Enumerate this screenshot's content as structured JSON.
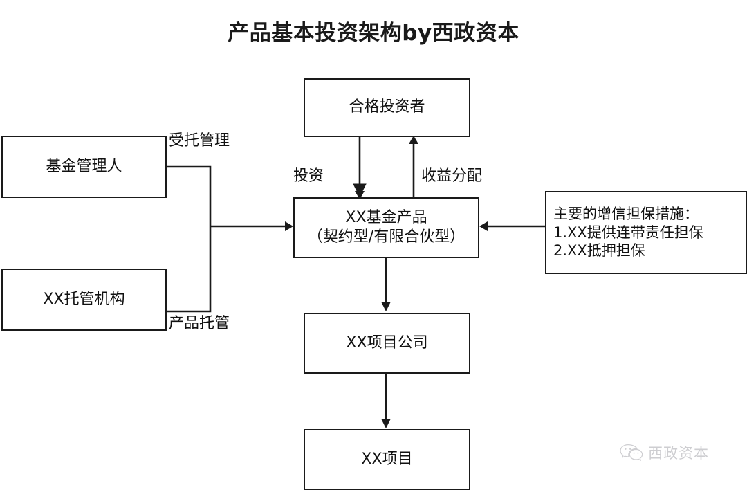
{
  "title": "产品基本投资架构by西政资本",
  "nodes": {
    "investor": {
      "label": "合格投资者"
    },
    "fund": {
      "line1": "XX基金产品",
      "line2": "（契约型/有限合伙型）"
    },
    "manager": {
      "label": "基金管理人"
    },
    "custodian": {
      "label": "XX托管机构"
    },
    "guarantee": {
      "line1": "主要的增信担保措施：",
      "line2": "1.XX提供连带责任担保",
      "line3": "2.XX抵押担保"
    },
    "project_company": {
      "label": "XX项目公司"
    },
    "project": {
      "label": "XX项目"
    }
  },
  "edge_labels": {
    "entrusted_management": "受托管理",
    "product_custody": "产品托管",
    "investment": "投资",
    "income_distribution": "收益分配"
  },
  "watermark": {
    "text": "西政资本",
    "icon": "wechat-icon",
    "color": "#8b8b93"
  },
  "colors": {
    "stroke": "#1a1a1a",
    "text": "#111111",
    "background": "#ffffff"
  }
}
